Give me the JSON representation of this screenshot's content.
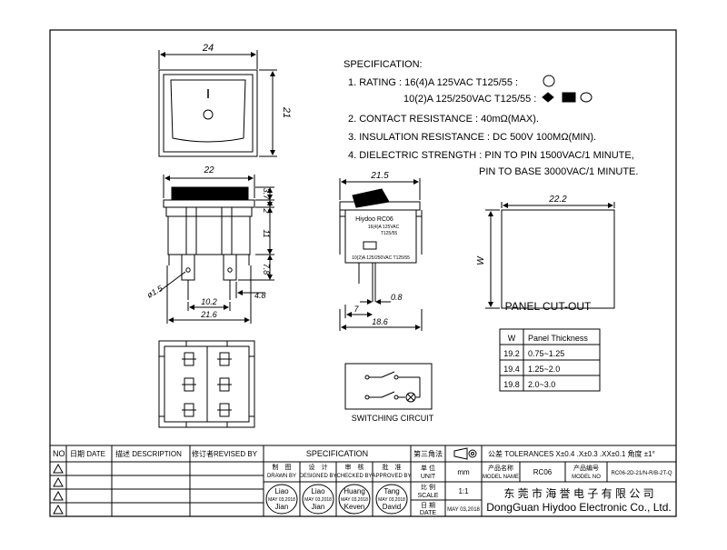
{
  "dimensions": {
    "top_width": "24",
    "top_height": "21",
    "front_width": "22",
    "front_h1": "3.7",
    "front_h2": "2",
    "front_h3": "11",
    "front_h4": "7.8",
    "front_hole": "ø1.5",
    "front_pin_pitch": "10.2",
    "front_pin_offset": "4.8",
    "front_base_width": "21.6",
    "side_width": "21.5",
    "side_pin_thickness": "0.8",
    "side_pin_offset": "7",
    "side_base": "18.6",
    "cutout_width": "22.2",
    "cutout_height": "W"
  },
  "side_label": {
    "brand": "Hiydoo RC06",
    "rating1": "16(4)A 125VAC",
    "rating1b": "T125/55",
    "rating2": "10(2)A 125/250VAC T125/55"
  },
  "specification": {
    "heading": "SPECIFICATION:",
    "line1": "1. RATING : 16(4)A 125VAC T125/55 :",
    "line1b": "10(2)A 125/250VAC T125/55 :",
    "line2": "2. CONTACT RESISTANCE : 40mΩ(MAX).",
    "line3": "3. INSULATION RESISTANCE : DC 500V 100MΩ(MIN).",
    "line4": "4. DIELECTRIC STRENGTH : PIN TO PIN 1500VAC/1 MINUTE,",
    "line4b": "PIN TO BASE 3000VAC/1 MINUTE."
  },
  "cutout_label": "PANEL CUT-OUT",
  "switching_label": "SWITCHING CIRCUIT",
  "thickness_table": {
    "headers": [
      "W",
      "Panel Thickness"
    ],
    "rows": [
      [
        "19.2",
        "0.75~1.25"
      ],
      [
        "19.4",
        "1.25~2.0"
      ],
      [
        "19.8",
        "2.0~3.0"
      ]
    ]
  },
  "title_block": {
    "col_no": "NO.",
    "col_date": "日期 DATE",
    "col_desc": "描述 DESCRIPTION",
    "col_revised": "修订者REVISED BY",
    "specification": "SPECIFICATION",
    "projection": "第三角法",
    "tolerance": "公差 TOLERANCES X±0.4 .X±0.3 .XX±0.1 角度 ±1°",
    "drawn_cn": "制　图",
    "drawn_en": "DRAWN BY",
    "designed_cn": "设　计",
    "designed_en": "DESIGNED BY",
    "checked_cn": "审　核",
    "checked_en": "CHECKED BY",
    "approved_cn": "批　准",
    "approved_en": "APPROVED BY",
    "drawn_name": "Liao",
    "designed_name": "Liao",
    "checked_name": "Huang",
    "approved_name": "Tang",
    "drawn_date": "MAY 03,2018",
    "designed_date": "MAY 03,2018",
    "checked_date": "MAY 03,2018",
    "approved_date": "MAY 03,2018",
    "drawn_sub": "Jian",
    "designed_sub": "Jian",
    "checked_sub": "Keven",
    "approved_sub": "David",
    "unit_cn": "单 位",
    "unit_en": "UNIT",
    "unit_val": "mm",
    "scale_cn": "比 例",
    "scale_en": "SCALE",
    "scale_val": "1:1",
    "date_cn": "日 期",
    "date_en": "DATE",
    "date_val": "MAY 03,2018",
    "model_cn": "产品名称",
    "model_en": "MODEL NAME",
    "model_val": "RC06",
    "modelno_cn": "产品编号",
    "modelno_en": "MODEL NO",
    "modelno_val": "RC06-2D-21/N-R/B-2T-Q",
    "company_cn": "东 莞 市 海 誉 电 子 有 限 公 司",
    "company_en": "DongGuan Hiydoo Electronic Co., Ltd."
  },
  "colors": {
    "line": "#000000",
    "paper": "#ffffff",
    "frame": "#111111"
  }
}
